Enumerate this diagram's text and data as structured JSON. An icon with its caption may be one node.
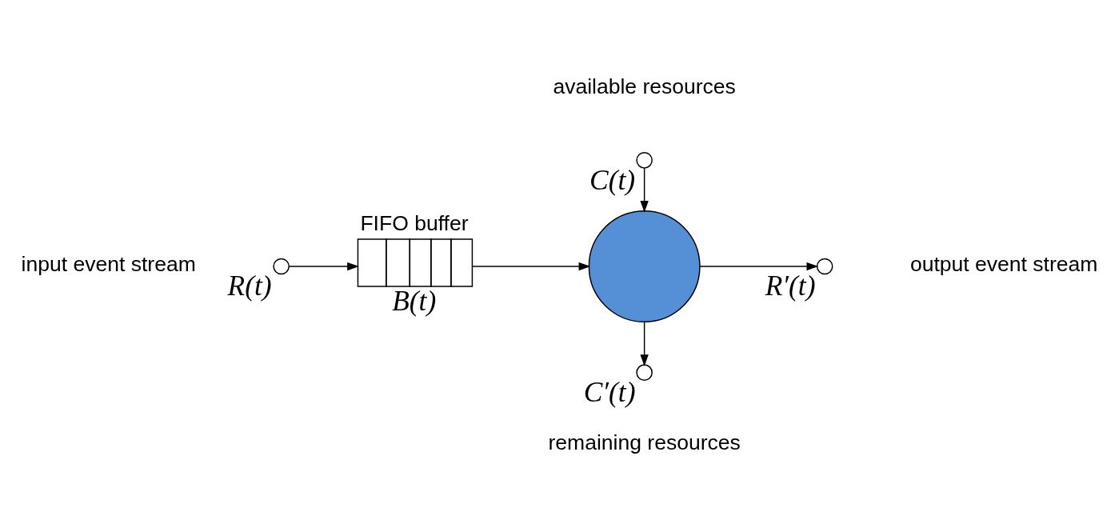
{
  "diagram": {
    "nodes": [
      {
        "text": [],
        "shape": "circle",
        "beside": [
          "R(t)",
          "input event stream"
        ]
      },
      {
        "text": [
          "FIFO buffer",
          "B(t)"
        ]
      },
      {
        "text": [],
        "shape": "circle",
        "beside": [
          "C(t)",
          "available resources"
        ]
      },
      {
        "text": [],
        "shape": "circle"
      },
      {
        "text": [],
        "shape": "circle",
        "beside": [
          "R′(t)",
          "output event stream"
        ]
      },
      {
        "text": [],
        "shape": "circle",
        "beside": [
          "C′(t)",
          "remaining resources"
        ]
      }
    ],
    "edges": [
      {
        "from": 0,
        "to": 1,
        "arrow": "to"
      },
      {
        "from": 1,
        "to": 3,
        "arrow": "to"
      },
      {
        "from": 2,
        "to": 3,
        "arrow": "to"
      },
      {
        "from": 3,
        "to": 4,
        "arrow": "to"
      },
      {
        "from": 3,
        "to": 5,
        "arrow": "to"
      }
    ]
  }
}
